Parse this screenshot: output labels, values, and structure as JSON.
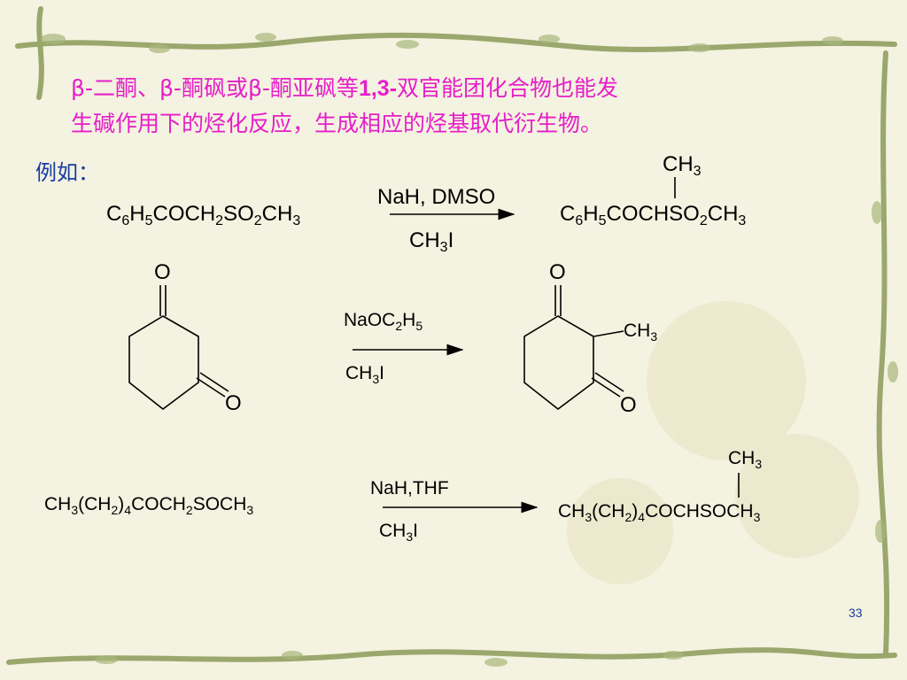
{
  "intro": {
    "line1_part1": "β-二酮、β-酮砜或β-酮亚砜等",
    "line1_bold": "1,3-",
    "line1_part2": "双官能团化合物也能发",
    "line2": "生碱作用下的烃化反应，生成相应的烃基取代衍生物。"
  },
  "example_label": "例如：",
  "reaction1": {
    "reactant": [
      "C",
      "6",
      "H",
      "5",
      "COCH",
      "2",
      "SO",
      "2",
      "CH",
      "3"
    ],
    "reagent_top": "NaH, DMSO",
    "reagent_bottom": [
      "CH",
      "3",
      "I"
    ],
    "product": [
      "C",
      "6",
      "H",
      "5",
      "COCHSO",
      "2",
      "CH",
      "3"
    ],
    "product_branch": [
      "CH",
      "3"
    ]
  },
  "reaction2": {
    "reactant_o_top": "O",
    "reactant_o_bottom": "O",
    "reagent_top": [
      "NaOC",
      "2",
      "H",
      "5"
    ],
    "reagent_bottom": [
      "CH",
      "3",
      "I"
    ],
    "product_o_top": "O",
    "product_o_bottom": "O",
    "product_methyl": [
      "CH",
      "3"
    ]
  },
  "reaction3": {
    "reactant": [
      "CH",
      "3",
      "(CH",
      "2",
      ")",
      "4",
      "COCH",
      "2",
      "SOCH",
      "3"
    ],
    "reagent_top": "NaH,THF",
    "reagent_bottom": [
      "CH",
      "3",
      "I"
    ],
    "product": [
      "CH",
      "3",
      "(CH",
      "2",
      ")",
      "4",
      "COCHSOCH",
      "3"
    ],
    "product_branch": [
      "CH",
      "3"
    ]
  },
  "page_number": "33",
  "colors": {
    "intro_text": "#e61ec8",
    "example_label": "#1a3ca0",
    "background": "#f4f2e0",
    "vine": "#8a9a58"
  }
}
